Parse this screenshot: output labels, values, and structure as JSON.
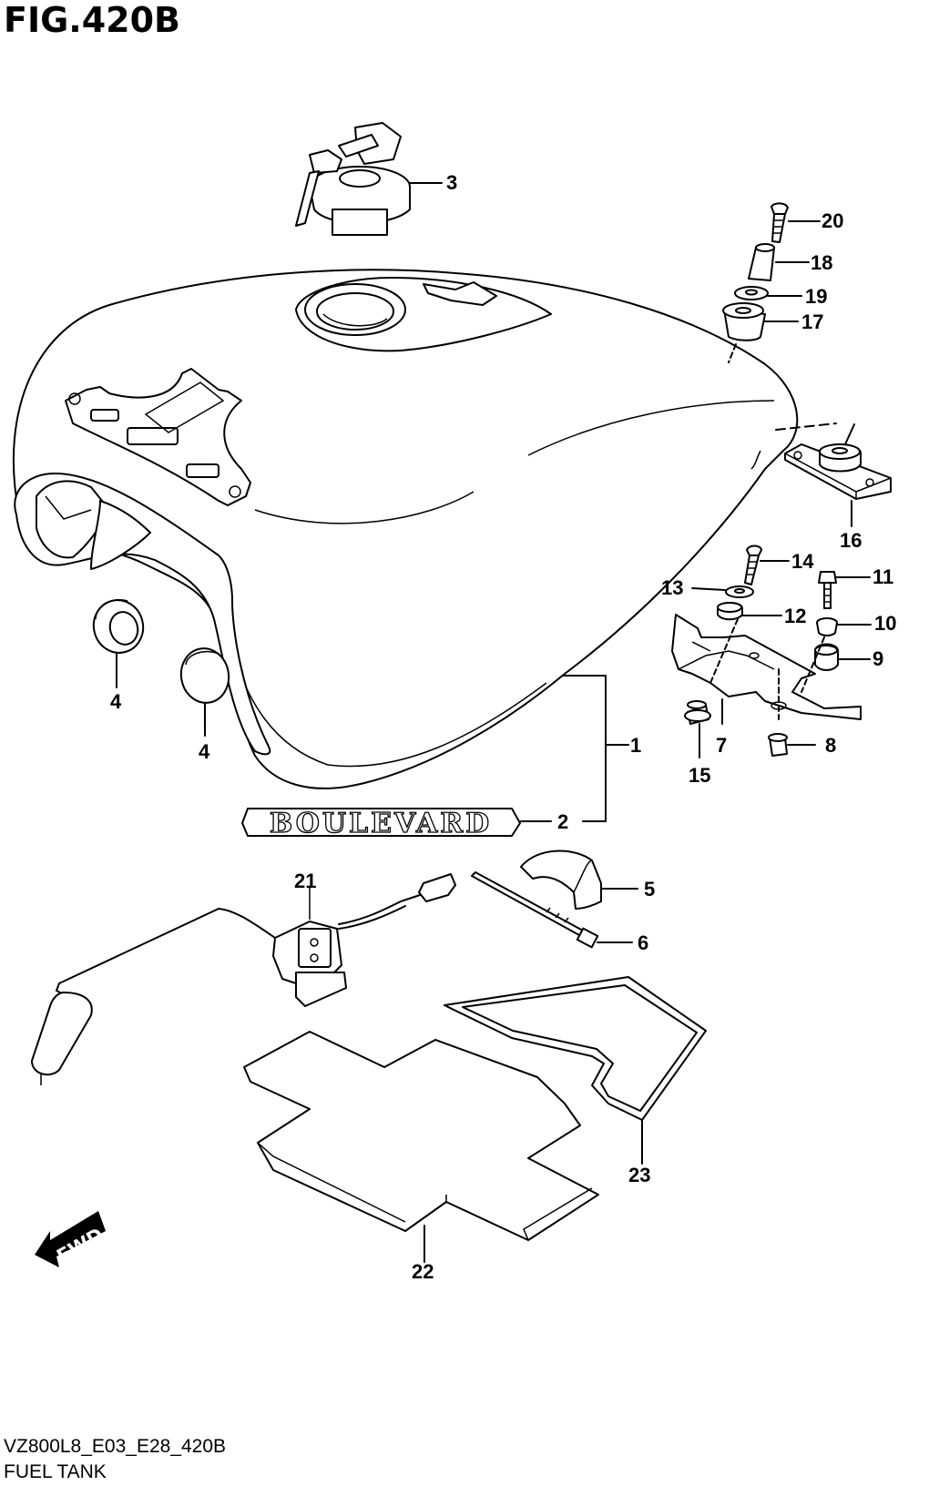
{
  "figure": {
    "title": "FIG.420B",
    "code": "VZ800L8_E03_E28_420B",
    "name": "FUEL TANK"
  },
  "badge": {
    "text": "BOULEVARD"
  },
  "direction": {
    "text": "FWD"
  },
  "callouts": [
    {
      "id": "3",
      "part": "fuel-cap"
    },
    {
      "id": "20",
      "part": "screw"
    },
    {
      "id": "18",
      "part": "spacer"
    },
    {
      "id": "19",
      "part": "washer"
    },
    {
      "id": "17",
      "part": "cushion"
    },
    {
      "id": "16",
      "part": "rear-mount-cushion"
    },
    {
      "id": "14",
      "part": "bolt"
    },
    {
      "id": "13",
      "part": "washer"
    },
    {
      "id": "11",
      "part": "bolt"
    },
    {
      "id": "12",
      "part": "cushion"
    },
    {
      "id": "10",
      "part": "collar"
    },
    {
      "id": "9",
      "part": "grommet"
    },
    {
      "id": "7",
      "part": "bracket"
    },
    {
      "id": "8",
      "part": "nut"
    },
    {
      "id": "15",
      "part": "cushion"
    },
    {
      "id": "1",
      "part": "fuel-tank"
    },
    {
      "id": "2",
      "part": "emblem"
    },
    {
      "id": "4",
      "part": "cushion"
    },
    {
      "id": "4",
      "part": "cushion"
    },
    {
      "id": "5",
      "part": "cushion"
    },
    {
      "id": "6",
      "part": "clamp"
    },
    {
      "id": "21",
      "part": "fuel-level-gauge"
    },
    {
      "id": "22",
      "part": "heat-shield"
    },
    {
      "id": "23",
      "part": "seal"
    }
  ]
}
